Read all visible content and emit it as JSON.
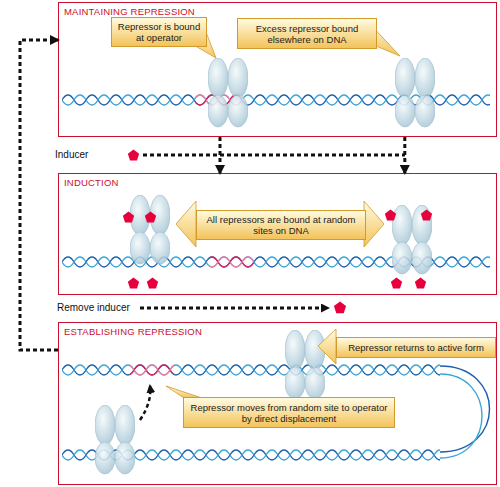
{
  "diagram": {
    "nodes": [
      {
        "text": [
          "MAINTAINING REPRESSION"
        ]
      },
      {
        "text": [
          "Repressor is bound at operator"
        ],
        "in": 0
      },
      {
        "text": [
          "Excess repressor bound elsewhere on DNA"
        ],
        "in": 0
      },
      {
        "text": [
          "INDUCTION"
        ]
      },
      {
        "text": [
          "All repressors are bound at random sites on DNA"
        ],
        "in": 3
      },
      {
        "text": [
          "ESTABLISHING REPRESSION"
        ]
      },
      {
        "text": [
          "Repressor returns to active form"
        ],
        "in": 5
      },
      {
        "text": [
          "Repressor moves from random site to operator by direct displacement"
        ],
        "in": 5
      }
    ],
    "edges": [
      {
        "from": 0,
        "to": 3,
        "arrow": "to"
      },
      {
        "from": 0,
        "to": 3,
        "arrow": "to"
      },
      {
        "from": 5,
        "to": 0,
        "arrow": "to"
      }
    ],
    "labels": [
      "Inducer",
      "Remove inducer"
    ]
  }
}
